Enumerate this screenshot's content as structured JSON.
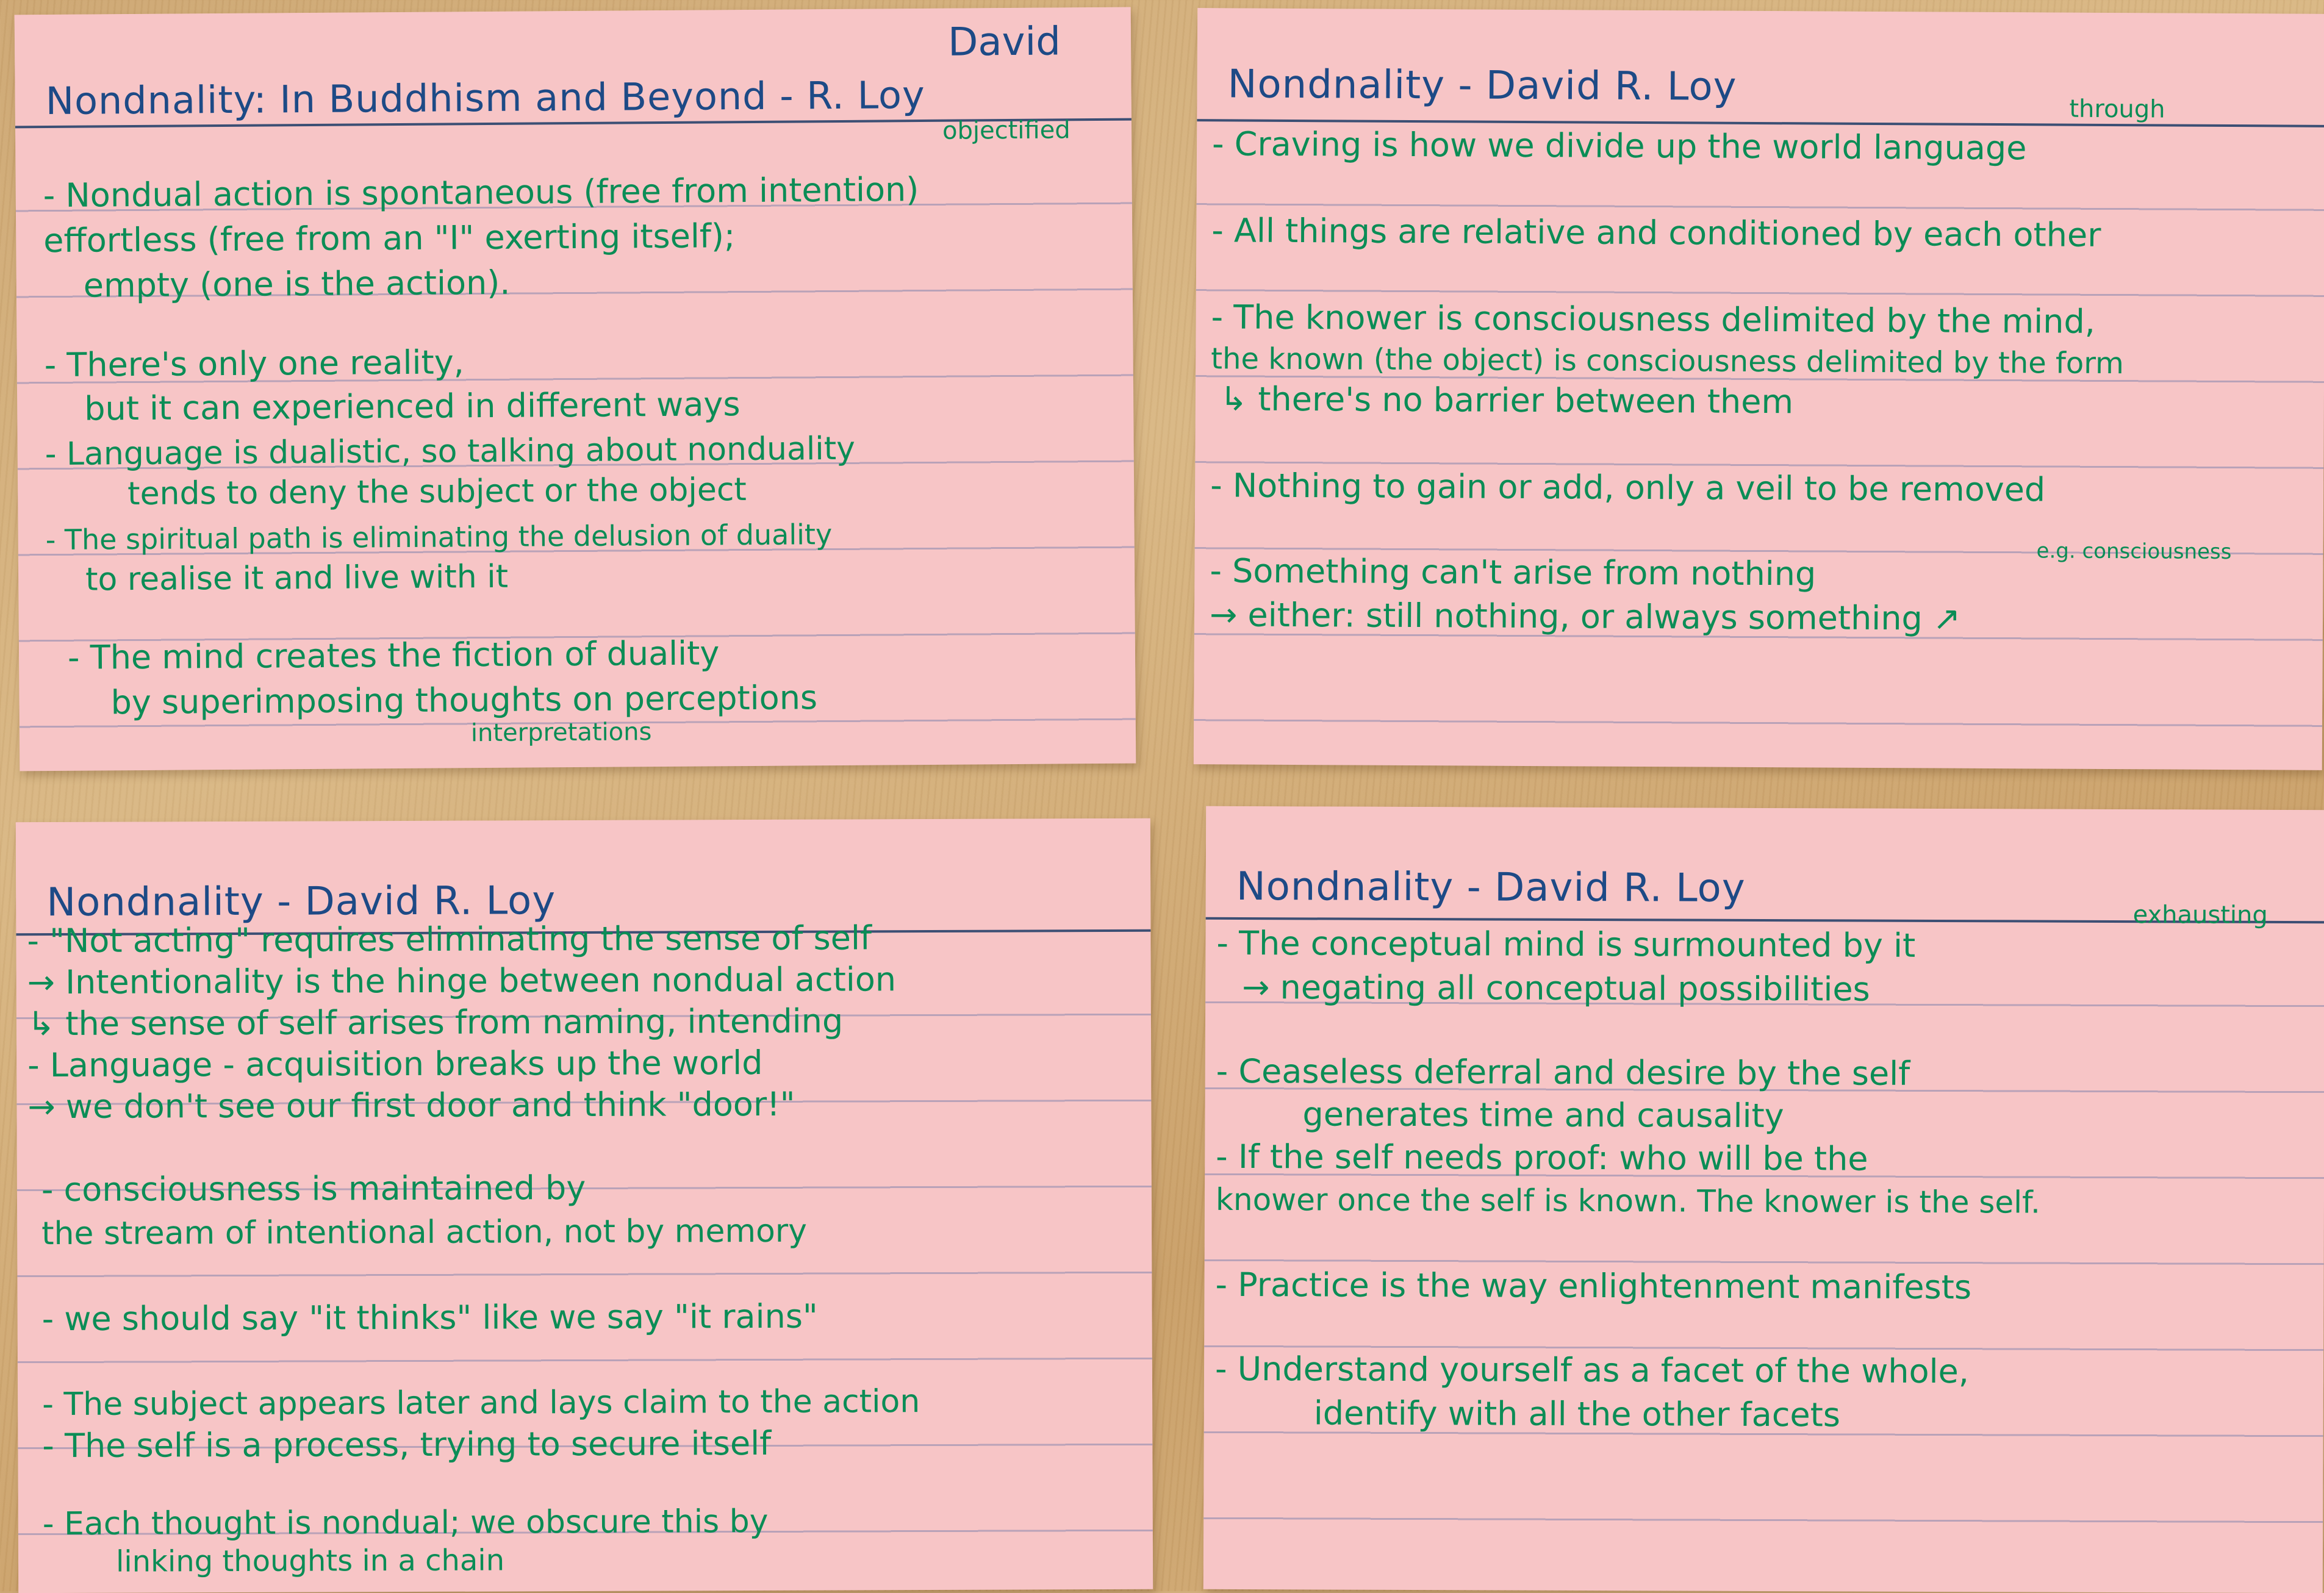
{
  "cards": [
    {
      "title": "Nondnality: In Buddhism and Beyond - R. Loy",
      "title_extra": "David",
      "notes": [
        "- Nondual action is spontaneous (free from intention)",
        "effortless (free from an \"I\" exerting itself);",
        "empty (one is the action).",
        "- There's only one reality,",
        "but it can experienced in different ways",
        "- Language is dualistic, so talking about nonduality",
        "tends to deny the subject or the object",
        "- The spiritual path is eliminating the delusion of duality",
        "to realise it and live with it",
        "- The mind creates the fiction of duality",
        "by superimposing thoughts on perceptions"
      ],
      "insertions": [
        "objectified",
        "interpretations"
      ]
    },
    {
      "title": "Nondnality - David R. Loy",
      "notes": [
        "- Craving is how we divide up the world language",
        "- All things are relative and conditioned by each other",
        "- The knower is consciousness delimited by the mind,",
        "the known (the object) is consciousness delimited by the form",
        "↳ there's no barrier between them",
        "- Nothing to gain or add, only a veil to be removed",
        "- Something can't arise from nothing",
        "→ either: still nothing, or always something ↗"
      ],
      "insertions": [
        "through",
        "e.g. consciousness"
      ]
    },
    {
      "title": "Nondnality - David R. Loy",
      "notes": [
        "- \"Not acting\" requires eliminating the sense of self",
        "→ Intentionality is the hinge between nondual action",
        "↳ the sense of self arises from naming, intending",
        "- Language - acquisition breaks up the world",
        "→ we don't see our first door and think \"door!\"",
        "- consciousness is maintained by",
        "the stream of intentional action, not by memory",
        "- we should say \"it thinks\" like we say \"it rains\"",
        "- The subject appears later and lays claim to the action",
        "- The self is a process, trying to secure itself",
        "- Each thought is nondual; we obscure this by",
        "linking thoughts in a chain"
      ],
      "insertions": []
    },
    {
      "title": "Nondnality - David R. Loy",
      "notes": [
        "- The conceptual mind is surmounted by it",
        "→ negating all conceptual possibilities",
        "- Ceaseless deferral and desire by the self",
        "generates time and causality",
        "- If the self needs proof: who will be the",
        "knower once the self is known. The knower is the self.",
        "- Practice is the way enlightenment manifests",
        "- Understand yourself as a facet of the whole,",
        "identify with all the other facets"
      ],
      "insertions": [
        "exhausting"
      ]
    }
  ]
}
